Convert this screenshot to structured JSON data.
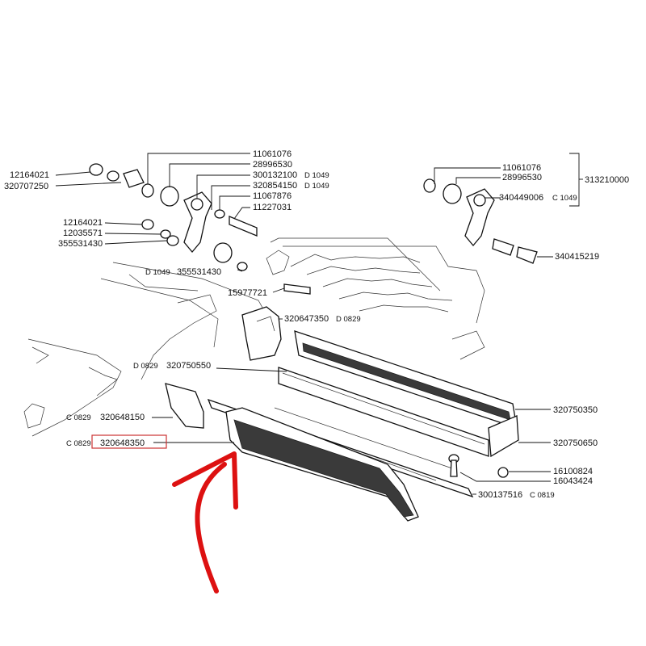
{
  "colors": {
    "line": "#111111",
    "highlight_box": "#cc3333",
    "arrow": "#dd1111"
  },
  "icons": [
    "red-arrow-icon"
  ],
  "labels": {
    "l1": "12164021",
    "l2": "320707250",
    "l3": "11061076",
    "l4": "28996530",
    "l5": "300132100",
    "l5s": "D 1049",
    "l6": "320854150",
    "l6s": "D 1049",
    "l7": "11067876",
    "l8": "11227031",
    "l9": "12164021",
    "l10": "12035571",
    "l11": "355531430",
    "l12p": "D 1049",
    "l12": "355531430",
    "l13": "15977721",
    "l14": "11061076",
    "l15": "28996530",
    "l16": "313210000",
    "l17": "340449006",
    "l17s": "C 1049",
    "l18": "340415219",
    "l19": "320647350",
    "l19s": "D 0829",
    "l20p": "D 0829",
    "l20": "320750550",
    "l21": "320750350",
    "l22p": "C 0829",
    "l22": "320648150",
    "l23p": "C 0829",
    "l23": "320648350",
    "l24": "320750650",
    "l25": "16100824",
    "l26": "16043424",
    "l27": "300137516",
    "l27s": "C 0819"
  }
}
